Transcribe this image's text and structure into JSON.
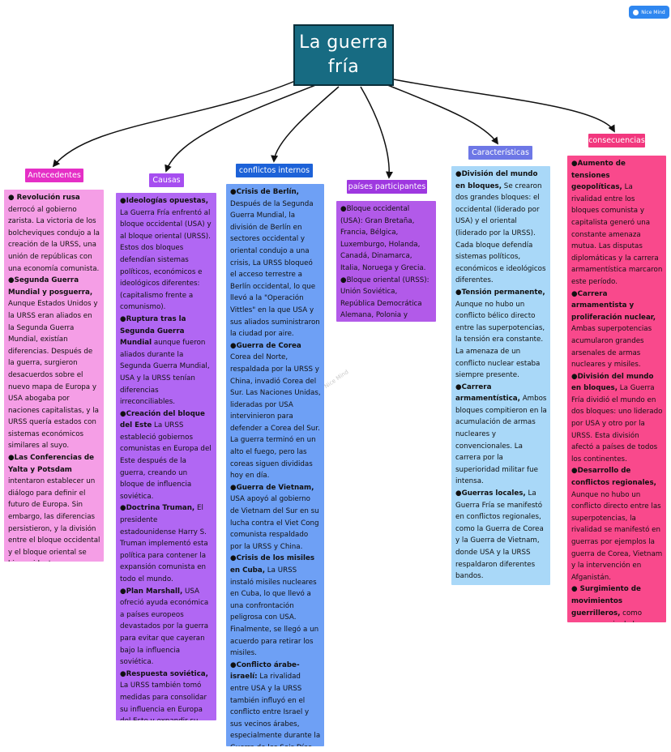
{
  "title": "La guerra\nfría",
  "brand": "Nice Mind",
  "watermark": "Nice Mind",
  "colors": {
    "root": "#176b82",
    "antecedentes": "#f59ee6",
    "antecedentes_label": "#e52fc6",
    "causas": "#b167f3",
    "causas_label": "#a64ef0",
    "conflictos": "#6ea0f5",
    "conflictos_label": "#1d62d8",
    "paises": "#b25ae9",
    "paises_label": "#9e38e0",
    "caracteristicas": "#a9d8f8",
    "caracteristicas_label": "#6d77e6",
    "consecuencias": "#f9498c",
    "consecuencias_label": "#f2377e"
  },
  "branches": [
    {
      "label": "Antecedentes",
      "items": [
        {
          "head": "● Revolución rusa",
          "text": " derrocó al gobierno zarista. La victoria de los bolcheviques condujo a la creación de la URSS, una unión de repúblicas con una economía comunista."
        },
        {
          "head": "●Segunda Guerra Mundial y posguerra,",
          "text": " Aunque Estados Unidos y la URSS eran aliados en la Segunda Guerra Mundial, existían diferencias. Después de la guerra, surgieron desacuerdos sobre el nuevo mapa de Europa y USA abogaba por naciones capitalistas, y la URSS quería estados con sistemas económicos similares al suyo."
        },
        {
          "head": "●Las Conferencias de Yalta y Potsdam",
          "text": " intentaron establecer un diálogo para definir el futuro de Europa. Sin embargo, las diferencias persistieron, y la división entre el bloque occidental y el bloque oriental se hizo evidente."
        }
      ]
    },
    {
      "label": "Causas",
      "items": [
        {
          "head": "●Ideologías opuestas,",
          "text": " La Guerra Fría enfrentó al bloque occidental (USA) y al bloque oriental (URSS). Estos dos bloques defendían sistemas políticos, económicos e ideológicos diferentes: (capitalismo frente a comunismo)."
        },
        {
          "head": "●Ruptura tras la Segunda Guerra Mundial",
          "text": " aunque fueron aliados durante la Segunda Guerra Mundial, USA y la URSS tenían diferencias irreconciliables."
        },
        {
          "head": "●Creación del bloque del Este",
          "text": " La URSS estableció gobiernos comunistas en Europa del Este después de la guerra, creando un bloque de influencia soviética."
        },
        {
          "head": "●Doctrina Truman,",
          "text": " El presidente estadounidense Harry S. Truman implementó esta política para contener la expansión comunista en todo el mundo."
        },
        {
          "head": "●Plan Marshall,",
          "text": " USA ofreció ayuda económica a países europeos devastados por la guerra para evitar que cayeran bajo la influencia soviética."
        },
        {
          "head": "●Respuesta soviética,",
          "text": " La URSS también tomó medidas para consolidar su influencia en Europa del Este y expandir su esfera de control."
        }
      ]
    },
    {
      "label": "conflictos internos",
      "items": [
        {
          "head": "●Crisis de Berlín,",
          "text": " Después de la Segunda Guerra Mundial, la división de Berlín en sectores occidental y oriental condujo a una crisis, La URSS bloqueó el acceso terrestre a Berlín occidental, lo que llevó a la \"Operación Vittles\" en la que USA y sus aliados suministraron la ciudad por aire."
        },
        {
          "head": "●Guerra de Corea",
          "text": " Corea del Norte, respaldada por la URSS y China, invadió Corea del Sur. Las Naciones Unidas, lideradas por USA intervinieron para defender a Corea del Sur. La guerra terminó en un alto el fuego, pero las coreas siguen divididas hoy en día."
        },
        {
          "head": "●Guerra de Vietnam,",
          "text": " USA apoyó al gobierno de Vietnam del Sur en su lucha contra el Viet Cong comunista respaldado por la URSS y China."
        },
        {
          "head": "●Crisis de los misiles en Cuba,",
          "text": " La URSS instaló misiles nucleares en Cuba, lo que llevó a una confrontación peligrosa con USA. Finalmente, se llegó a un acuerdo para retirar los misiles."
        },
        {
          "head": "●Conflicto árabe-israelí:",
          "text": " La rivalidad entre USA y la URSS también influyó en el conflicto entre Israel y sus vecinos árabes, especialmente durante la Guerra de los Seis Días."
        }
      ]
    },
    {
      "label": "países participantes",
      "items": [
        {
          "head": "",
          "text": "●Bloque occidental (USA): Gran Bretaña, Francia, Bélgica, Luxemburgo, Holanda, Canadá, Dinamarca, Italia, Noruega y Grecia."
        },
        {
          "head": "",
          "text": "●Bloque oriental (URSS): Unión Soviética, República Democrática Alemana, Polonia y Checoslovaquia."
        }
      ]
    },
    {
      "label": "Características",
      "items": [
        {
          "head": "●División del mundo en bloques,",
          "text": " Se crearon dos grandes bloques: el occidental (liderado por USA) y el oriental (liderado por la URSS). Cada bloque defendía sistemas políticos, económicos e ideológicos diferentes."
        },
        {
          "head": "●Tensión permanente,",
          "text": " Aunque no hubo un conflicto bélico directo entre las superpotencias, la tensión era constante. La amenaza de un conflicto nuclear estaba siempre presente."
        },
        {
          "head": "●Carrera armamentística,",
          "text": " Ambos bloques compitieron en la acumulación de armas nucleares y convencionales. La carrera por la superioridad militar fue intensa."
        },
        {
          "head": "●Guerras locales,",
          "text": " La Guerra Fría se manifestó en conflictos regionales, como la Guerra de Corea y la Guerra de Vietnam, donde USA y la URSS respaldaron diferentes bandos."
        }
      ]
    },
    {
      "label": "consecuencias",
      "items": [
        {
          "head": "●Aumento de tensiones geopolíticas,",
          "text": " La rivalidad entre los bloques comunista y capitalista generó una constante amenaza mutua. Las disputas diplomáticas y la carrera armamentística marcaron este período."
        },
        {
          "head": "●Carrera armamentista y proliferación nuclear,",
          "text": " Ambas superpotencias acumularon grandes arsenales de armas nucleares y misiles."
        },
        {
          "head": "●División del mundo en bloques,",
          "text": " La Guerra Fría dividió el mundo en dos bloques: uno liderado por USA y otro por la URSS. Esta división afectó a países de todos los continentes."
        },
        {
          "head": "●Desarrollo de conflictos regionales,",
          "text": " Aunque no hubo un conflicto directo entre las superpotencias, la rivalidad se manifestó en guerras por ejemplos la guerra de Corea, Vietnam y la intervención en Afganistán."
        },
        {
          "head": "● Surgimiento de movimientos guerrilleros,",
          "text": " como consecuencia de la guerra fría que influenció la creación de grupos guerrilleros."
        }
      ]
    }
  ]
}
